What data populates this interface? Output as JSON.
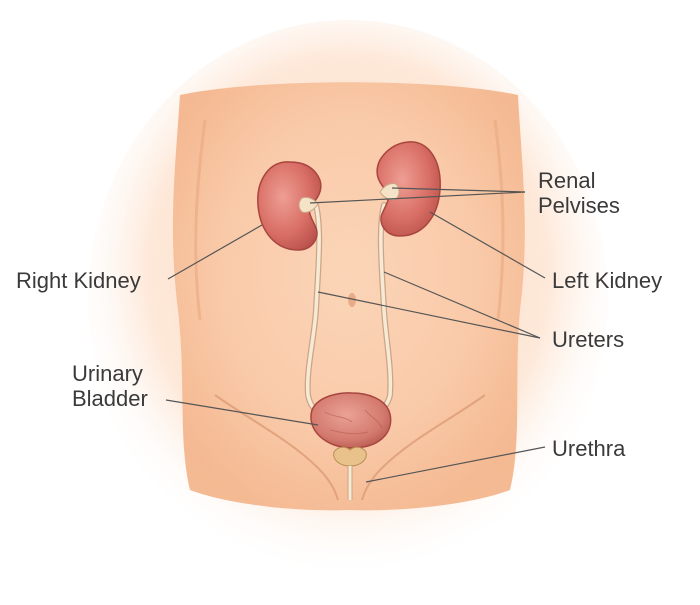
{
  "diagram": {
    "labels": {
      "renal_pelvises": [
        "Renal",
        "Pelvises"
      ],
      "right_kidney": "Right Kidney",
      "left_kidney": "Left Kidney",
      "ureters": "Ureters",
      "urinary_bladder": [
        "Urinary",
        "Bladder"
      ],
      "urethra": "Urethra"
    },
    "colors": {
      "skin_light": "#fde1cc",
      "skin_mid": "#f8c6a2",
      "skin_dark": "#efab7e",
      "kidney": "#d96f66",
      "kidney_dark": "#b8504a",
      "kidney_light": "#ec9b91",
      "bladder": "#d97e72",
      "prostate": "#e8c28a",
      "tube": "#f7ead5",
      "leader_line": "#555555",
      "label_text": "#3a3a3a"
    }
  }
}
